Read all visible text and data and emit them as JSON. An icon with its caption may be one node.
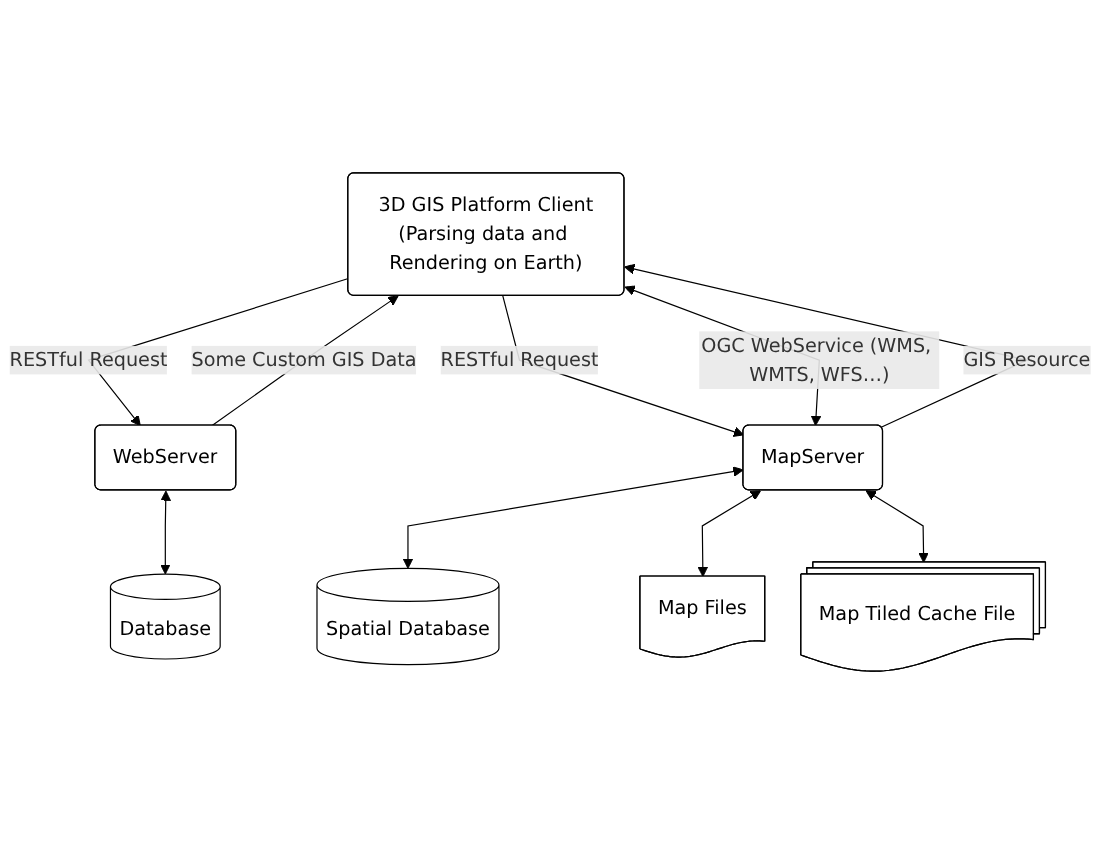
{
  "diagram": {
    "nodes": [
      {
        "text": [
          "3D GIS Platform Client",
          "(Parsing data and Rendering on Earth)"
        ]
      },
      {
        "text": [
          "WebServer"
        ]
      },
      {
        "text": [
          "MapServer"
        ]
      },
      {
        "text": [
          "Database"
        ]
      },
      {
        "text": [
          "Spatial Database"
        ]
      },
      {
        "text": [
          "Map Files"
        ]
      },
      {
        "text": [
          "Map Tiled Cache File"
        ]
      }
    ],
    "edges": [
      {
        "from": 0,
        "to": 1,
        "arrow": "to",
        "label": "RESTful Request"
      },
      {
        "from": 1,
        "to": 0,
        "arrow": "to",
        "label": "Some Custom GIS Data"
      },
      {
        "from": 0,
        "to": 2,
        "arrow": "to",
        "label": "RESTful Request"
      },
      {
        "from": 2,
        "to": 0,
        "arrow": "to",
        "label": "GIS Resource"
      },
      {
        "from": 0,
        "to": 2,
        "arrow": "both",
        "label": "OGC WebService (WMS, WMTS, WFS…)"
      },
      {
        "from": 1,
        "to": 3,
        "arrow": "both"
      },
      {
        "from": 2,
        "to": 4,
        "arrow": "both"
      },
      {
        "from": 2,
        "to": 5,
        "arrow": "both"
      },
      {
        "from": 2,
        "to": 6,
        "arrow": "both"
      }
    ]
  }
}
